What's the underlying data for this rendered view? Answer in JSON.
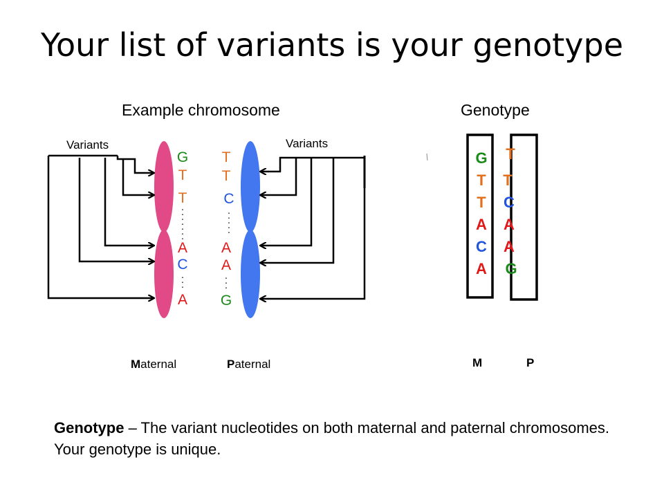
{
  "title": "Your list of variants is your genotype",
  "chromosome_heading": "Example chromosome",
  "genotype_heading": "Genotype",
  "variants_label_left": "Variants",
  "variants_label_right": "Variants",
  "maternal": {
    "first": "M",
    "rest": "aternal"
  },
  "paternal": {
    "first": "P",
    "rest": "aternal"
  },
  "maternal_bases": [
    "G",
    "T",
    "T",
    "A",
    "C",
    "A"
  ],
  "paternal_bases": [
    "T",
    "T",
    "C",
    "A",
    "A",
    "G"
  ],
  "genotype_m_label": "M",
  "genotype_p_label": "P",
  "caption": {
    "term": "Genotype",
    "text": " – The variant nucleotides on both maternal and paternal chromosomes. Your genotype is unique."
  },
  "colors": {
    "maternal_chromosome": "#e14a87",
    "paternal_chromosome": "#4277f0",
    "G": "#1a8a1a",
    "T": "#e07020",
    "C": "#2255dd",
    "A": "#e01818"
  }
}
